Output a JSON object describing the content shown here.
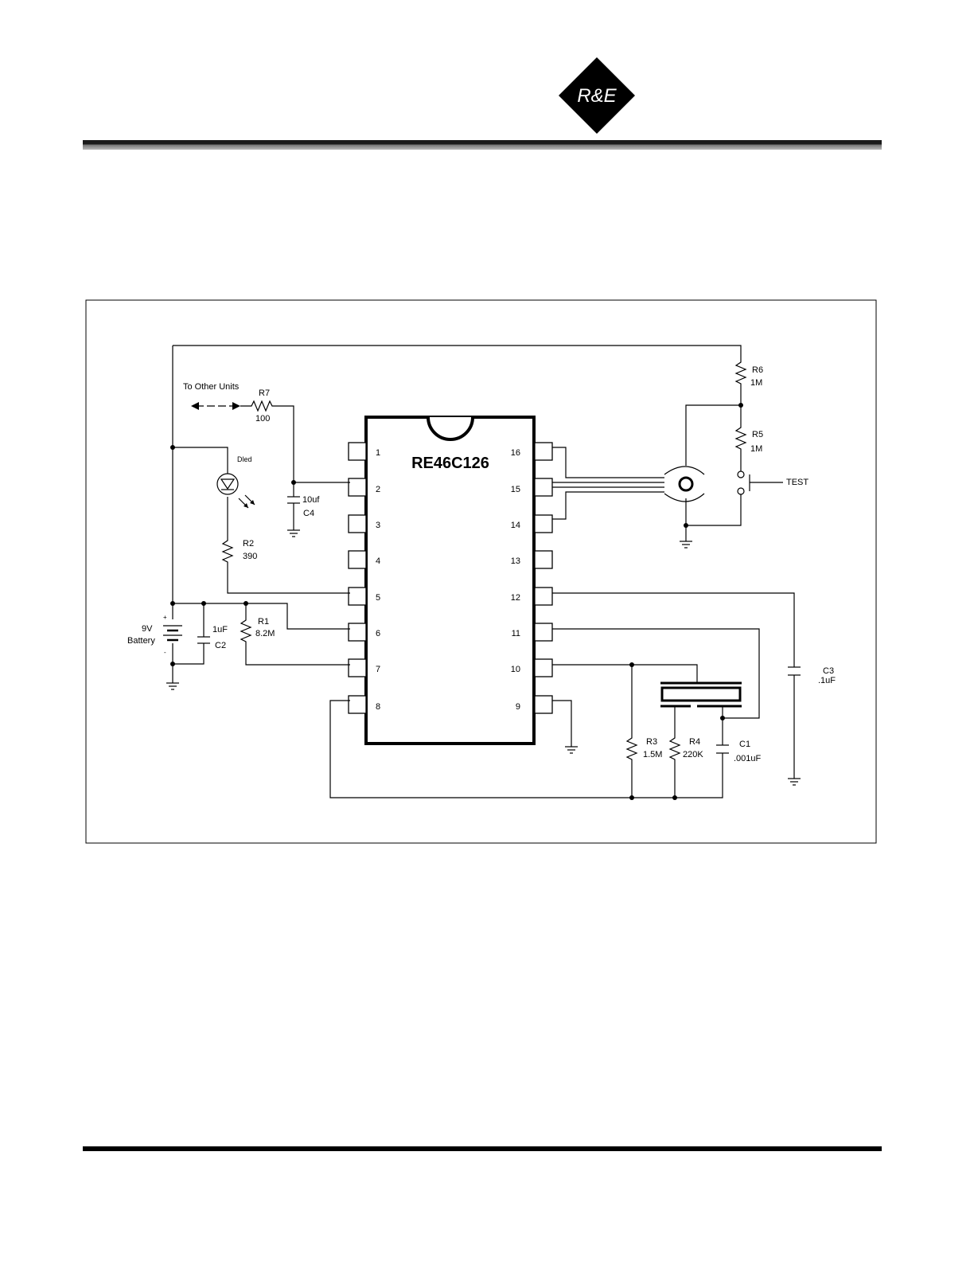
{
  "logo": {
    "text": "R&E"
  },
  "schematic": {
    "chip": {
      "part": "RE46C126",
      "pins_left": [
        "1",
        "2",
        "3",
        "4",
        "5",
        "6",
        "7",
        "8"
      ],
      "pins_right": [
        "16",
        "15",
        "14",
        "13",
        "12",
        "11",
        "10",
        "9"
      ]
    },
    "labels": {
      "to_other_units": "To Other Units",
      "r7_name": "R7",
      "r7_value": "100",
      "dled": "Dled",
      "c4_value": "10uf",
      "c4_name": "C4",
      "r2_name": "R2",
      "r2_value": "390",
      "battery_v": "9V",
      "battery": "Battery",
      "batt_plus": "+",
      "batt_minus": "-",
      "c2_value": "1uF",
      "c2_name": "C2",
      "r1_name": "R1",
      "r1_value": "8.2M",
      "r6_name": "R6",
      "r6_value": "1M",
      "r5_name": "R5",
      "r5_value": "1M",
      "test": "TEST",
      "c3_name": "C3",
      "c3_value": ".1uF",
      "r3_name": "R3",
      "r3_value": "1.5M",
      "r4_name": "R4",
      "r4_value": "220K",
      "c1_name": "C1",
      "c1_value": ".001uF"
    }
  }
}
